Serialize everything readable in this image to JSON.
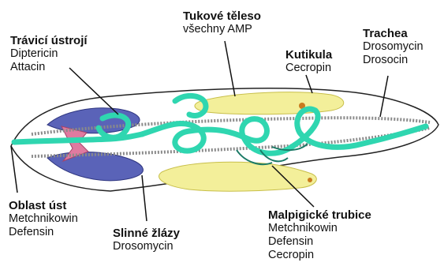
{
  "labels": {
    "digestive": {
      "title": "Trávicí ústrojí",
      "lines": [
        "Diptericin",
        "Attacin"
      ]
    },
    "fat_body": {
      "title": "Tukové těleso",
      "lines": [
        "všechny AMP"
      ]
    },
    "cuticle": {
      "title": "Kutikula",
      "lines": [
        "Cecropin"
      ]
    },
    "trachea": {
      "title": "Trachea",
      "lines": [
        "Drosomycin",
        "Drosocin"
      ]
    },
    "mouth": {
      "title": "Oblast úst",
      "lines": [
        "Metchnikowin",
        "Defensin"
      ]
    },
    "salivary": {
      "title": "Slinné žlázy",
      "lines": [
        "Drosomycin"
      ]
    },
    "malpighian": {
      "title": "Malpigické trubice",
      "lines": [
        "Metchnikowin",
        "Defensin",
        "Cecropin"
      ]
    }
  },
  "colors": {
    "body_outline": "#222222",
    "gut": "#2fd6b0",
    "gut_stroke": "#1b7a66",
    "fat_body": "#f3ef9a",
    "salivary_gland": "#5a63b8",
    "trachea": "#8a8a8a",
    "pharynx": "#e07aa0"
  }
}
